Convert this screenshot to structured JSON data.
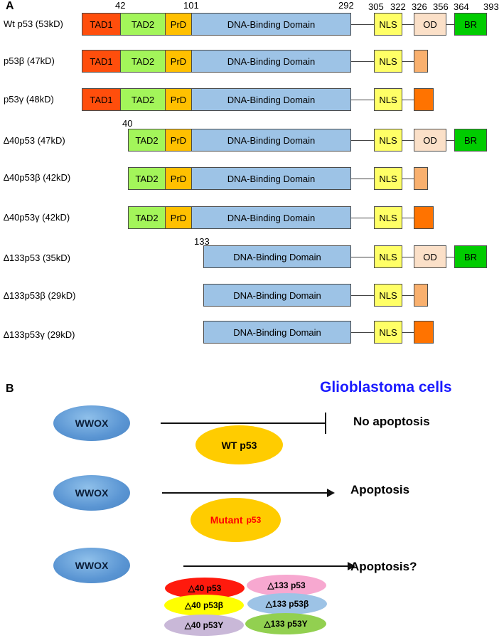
{
  "panel_a": {
    "letter": "A",
    "positions": [
      "42",
      "101",
      "292",
      "305",
      "322",
      "326",
      "356",
      "364",
      "393"
    ],
    "isoform_labels": [
      "Wt p53 (53kD)",
      "p53β (47kD)",
      "p53γ (48kD)",
      "∆40p53 (47kD)",
      "∆40p53β (42kD)",
      "∆40p53γ (42kD)",
      "∆133p53 (35kD)",
      "∆133p53β (29kD)",
      "∆133p53γ (29kD)"
    ],
    "start_40": "40",
    "start_133": "133",
    "domains": {
      "tad1": "TAD1",
      "tad2": "TAD2",
      "prd": "PrD",
      "dbd": "DNA-Binding Domain",
      "nls": "NLS",
      "od": "OD",
      "br": "BR"
    },
    "colors": {
      "tad1": "#ff4e0c",
      "tad2": "#a3f55a",
      "prd": "#ffc000",
      "dbd": "#9dc3e6",
      "nls": "#ffff66",
      "od": "#fbe0c8",
      "br": "#00cc00",
      "beta_tail": "#f9b06e",
      "gamma_tail": "#ff7300"
    }
  },
  "panel_b": {
    "letter": "B",
    "title": "Glioblastoma cells",
    "title_color": "#1a1aff",
    "wwox": "WWOX",
    "row1": {
      "protein": "WT p53",
      "outcome": "No apoptosis"
    },
    "row2": {
      "protein_main": "Mutant",
      "protein_suffix": "p53",
      "outcome": "Apoptosis",
      "mutant_color": "#ff0000"
    },
    "row3": {
      "outcome": "Apoptosis?",
      "isoforms": [
        {
          "label": "△40 p53",
          "color": "#ff1a0d"
        },
        {
          "label": "△133 p53",
          "color": "#f7a8d0"
        },
        {
          "label": "△40 p53β",
          "color": "#ffff00"
        },
        {
          "label": "△133 p53β",
          "color": "#9dc3e6"
        },
        {
          "label": "△40 p53Y",
          "color": "#c9b8d8"
        },
        {
          "label": "△133 p53Y",
          "color": "#92d050"
        }
      ]
    }
  }
}
